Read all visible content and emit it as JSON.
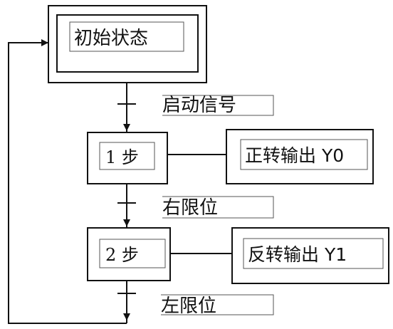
{
  "initial_state": {
    "label": "初始状态"
  },
  "transitions": [
    {
      "label": "启动信号"
    },
    {
      "label": "右限位"
    },
    {
      "label": "左限位"
    }
  ],
  "steps": [
    {
      "label": "1 步",
      "output": "正转输出 Y0"
    },
    {
      "label": "2 步",
      "output": "反转输出 Y1"
    }
  ]
}
